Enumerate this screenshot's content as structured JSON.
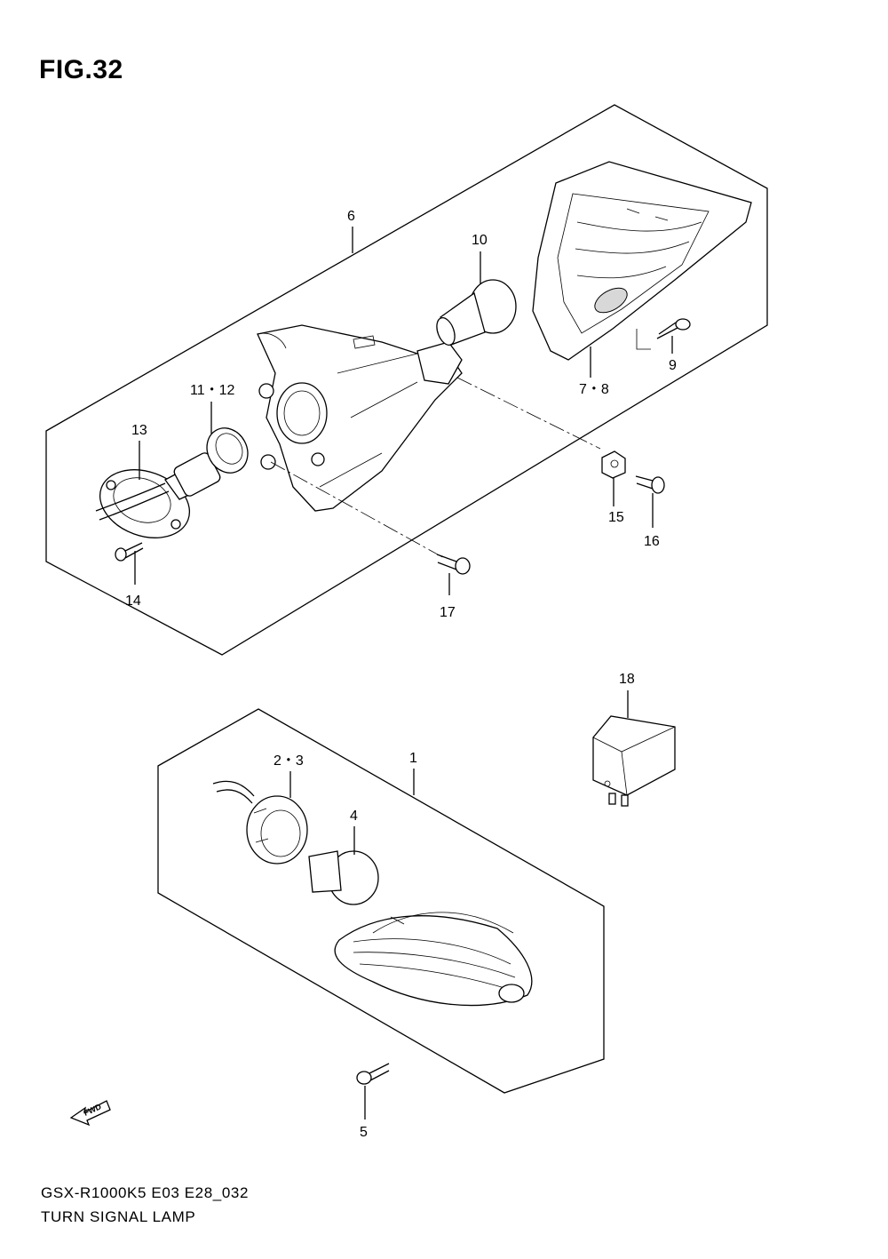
{
  "figure": {
    "title": "FIG.32"
  },
  "footer": {
    "model_code": "GSX-R1000K5 E03 E28_032",
    "section_name": "TURN SIGNAL LAMP"
  },
  "fwd_arrow": {
    "label": "FWD"
  },
  "callouts": {
    "p1": "1",
    "p2_3": "2・3",
    "p4": "4",
    "p5": "5",
    "p6": "6",
    "p7_8": "7・8",
    "p9": "9",
    "p10": "10",
    "p11_12": "11・12",
    "p13": "13",
    "p14": "14",
    "p15": "15",
    "p16": "16",
    "p17": "17",
    "p18": "18"
  }
}
